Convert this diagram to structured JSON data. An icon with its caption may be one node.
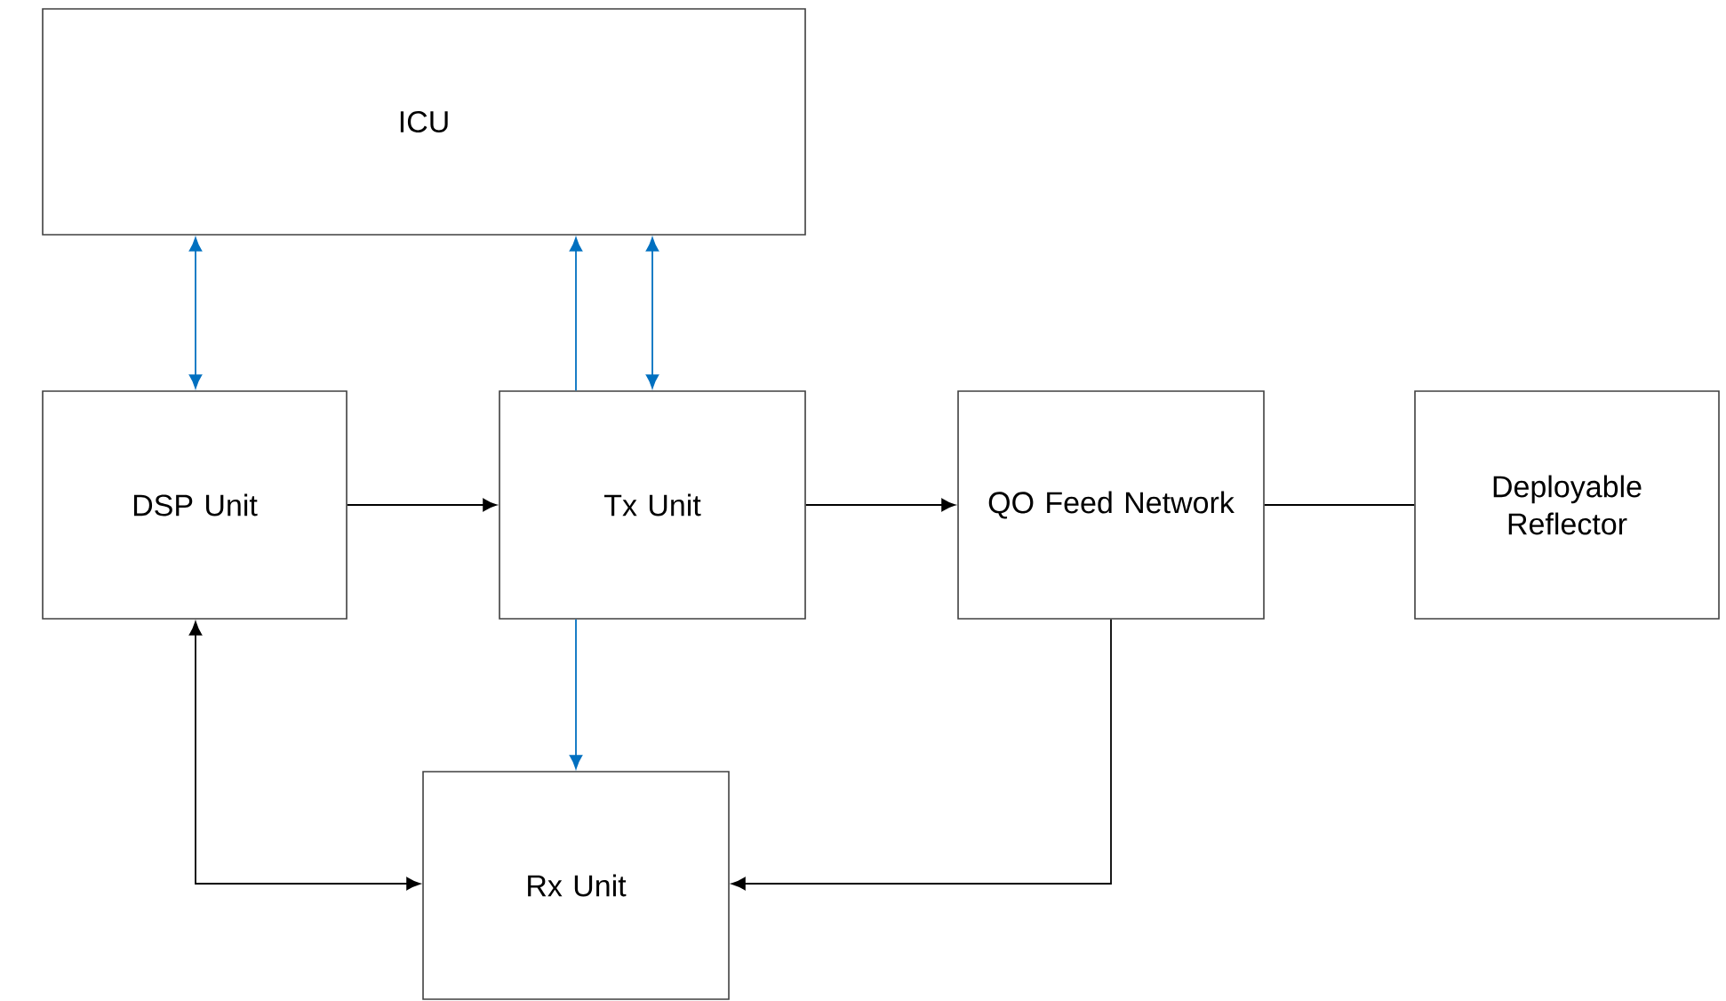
{
  "diagram": {
    "nodes": [
      {
        "text": [
          "ICU"
        ]
      },
      {
        "text": [
          "DSP Unit"
        ]
      },
      {
        "text": [
          "Tx Unit"
        ]
      },
      {
        "text": [
          "QO Feed Network"
        ]
      },
      {
        "text": [
          "Deployable Reflector"
        ]
      },
      {
        "text": [
          "Rx Unit"
        ]
      }
    ],
    "edges": [
      {
        "from": 1,
        "to": 0,
        "arrow": "both",
        "color": "#0070c0"
      },
      {
        "from": 2,
        "to": 0,
        "arrow": "to",
        "color": "#0070c0"
      },
      {
        "from": 2,
        "to": 0,
        "arrow": "both",
        "color": "#0070c0"
      },
      {
        "from": 1,
        "to": 2,
        "arrow": "to"
      },
      {
        "from": 2,
        "to": 3,
        "arrow": "to"
      },
      {
        "from": 3,
        "to": 4,
        "arrow": "none"
      },
      {
        "from": 2,
        "to": 5,
        "arrow": "to",
        "color": "#0070c0"
      },
      {
        "from": 5,
        "to": 1,
        "arrow": "both"
      },
      {
        "from": 3,
        "to": 5,
        "arrow": "to"
      }
    ]
  }
}
